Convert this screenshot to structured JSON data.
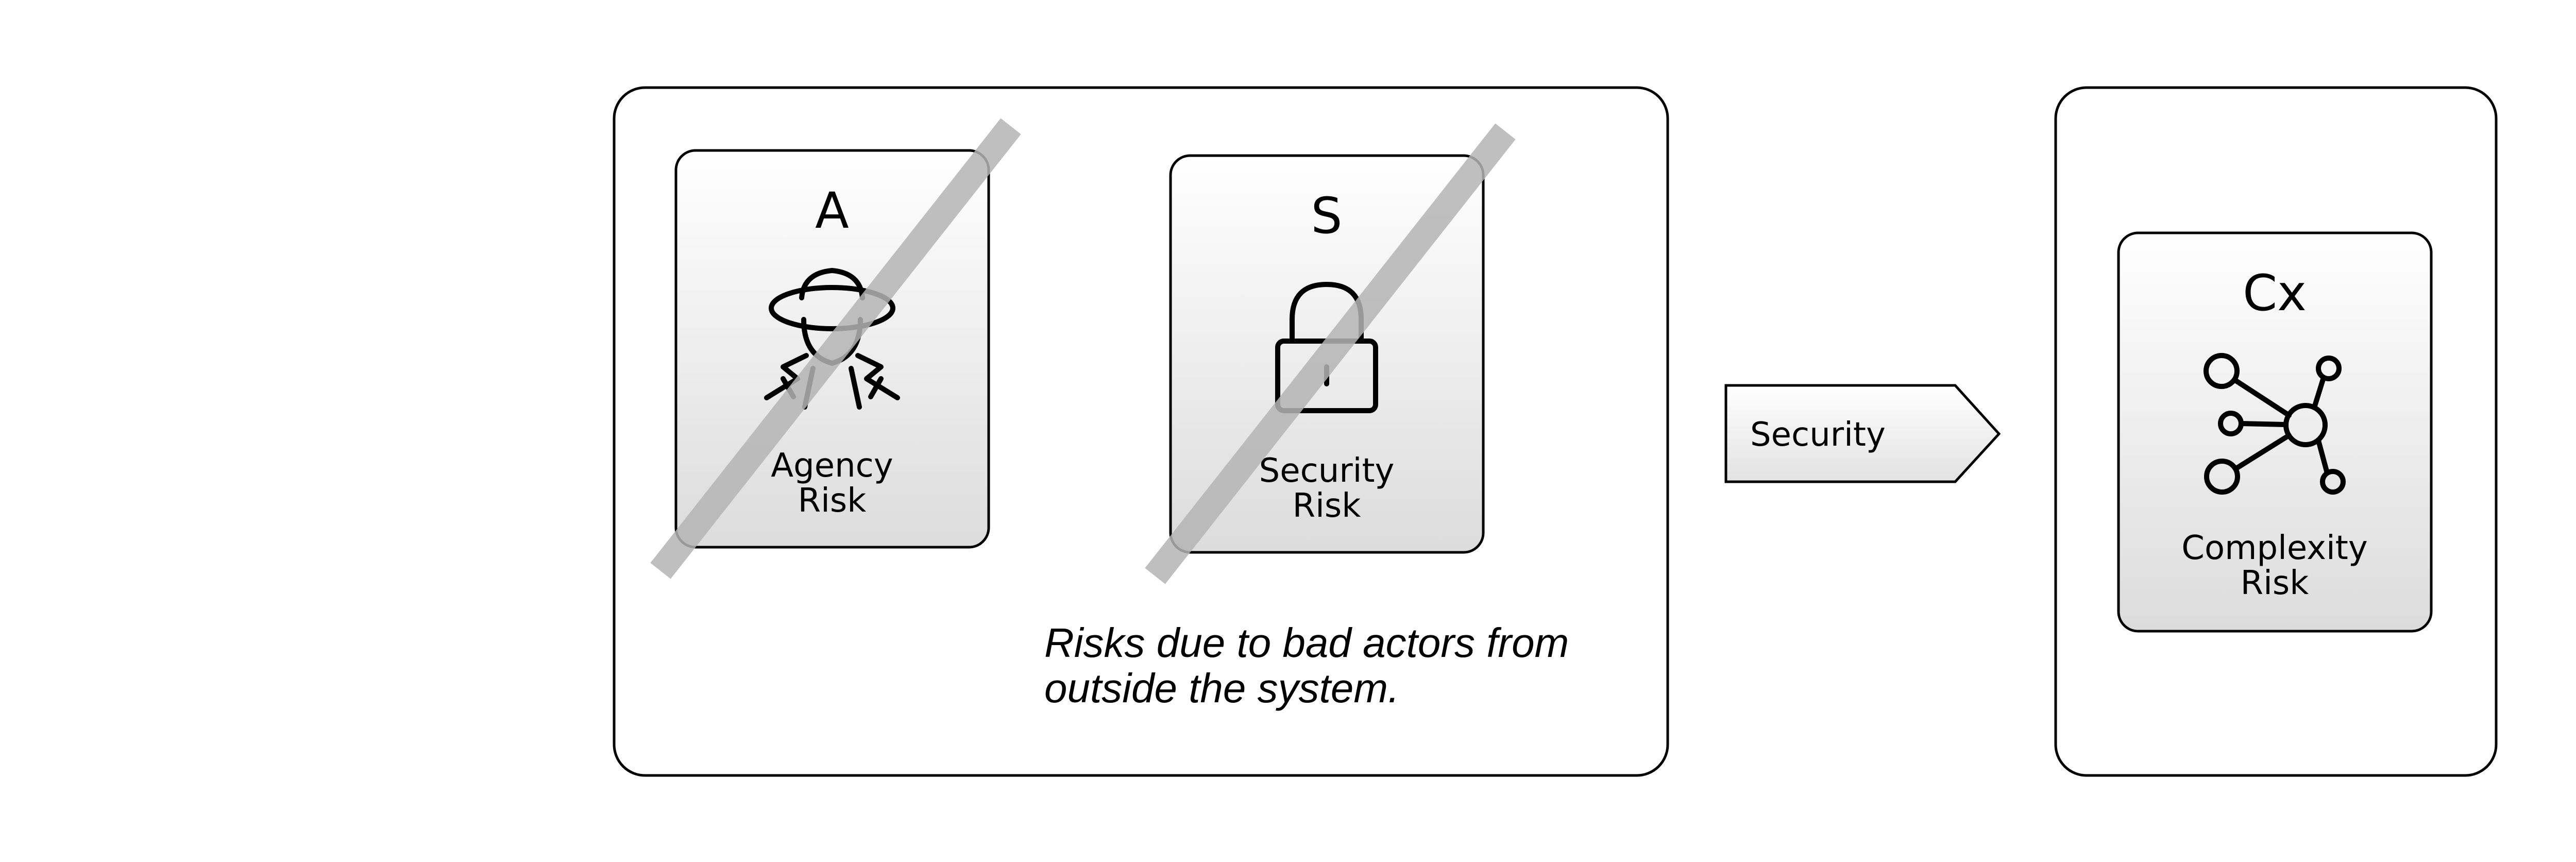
{
  "group_left": {
    "caption_lines": [
      "Risks due to bad actors from",
      "outside the system."
    ],
    "cards": [
      {
        "letter": "A",
        "label_lines": [
          "Agency",
          "Risk"
        ],
        "icon": "spy-icon",
        "crossed_out": true
      },
      {
        "letter": "S",
        "label_lines": [
          "Security",
          "Risk"
        ],
        "icon": "padlock-icon",
        "crossed_out": true
      }
    ]
  },
  "arrow": {
    "label": "Security"
  },
  "group_right": {
    "cards": [
      {
        "letter": "Cx",
        "label_lines": [
          "Complexity",
          "Risk"
        ],
        "icon": "network-icon",
        "crossed_out": false
      }
    ]
  },
  "colors": {
    "card_gradient_top": "#ffffff",
    "card_gradient_bottom": "#dcdcdc",
    "strike": "#b4b4b4",
    "stroke": "#000000"
  }
}
